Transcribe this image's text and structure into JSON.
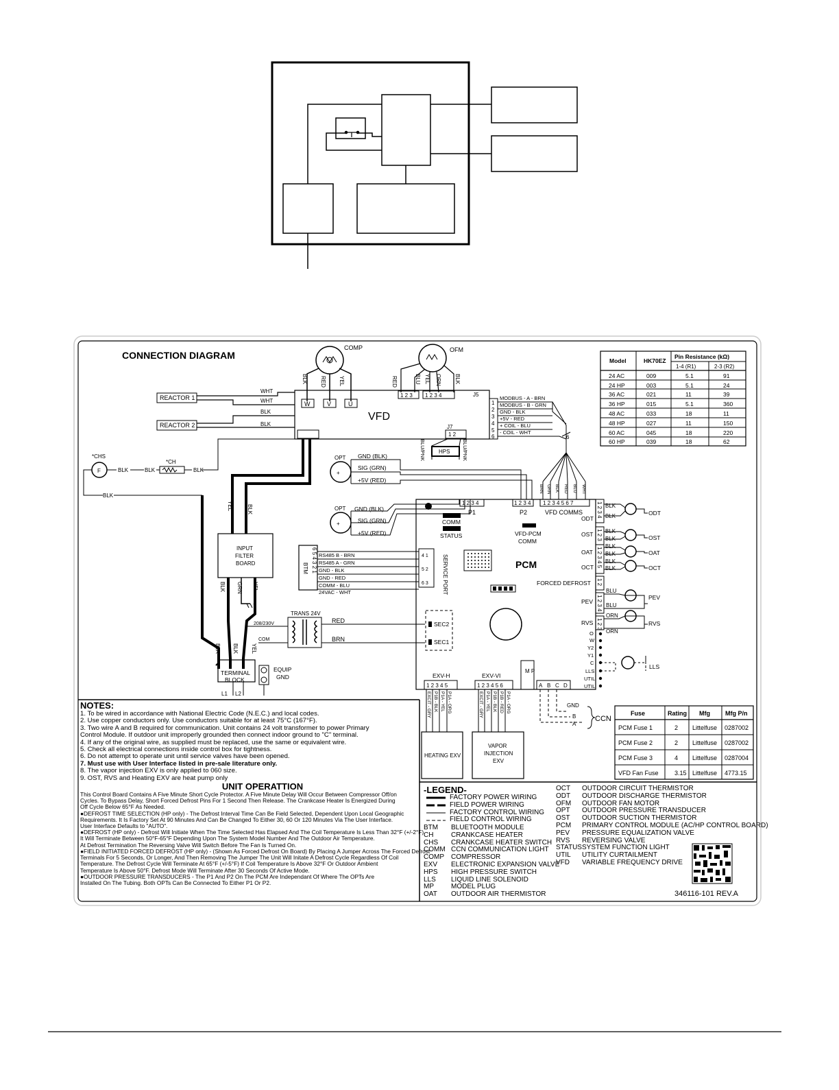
{
  "diagram": {
    "title": "CONNECTION  DIAGRAM",
    "comp_label": "COMP",
    "ofm_label": "OFM",
    "vfd_label": "VFD",
    "reactor1": "REACTOR 1",
    "reactor2": "REACTOR 2",
    "comp_wires": [
      "BLK",
      "RED",
      "YEL"
    ],
    "ofm_wires": [
      "RED",
      "BLU",
      "YEL",
      "ORN",
      "BLK"
    ],
    "vfd_terms": [
      "W",
      "V",
      "U"
    ],
    "wht": "WHT",
    "blk": "BLK",
    "j5": "J5",
    "j7": "J7",
    "j5_pins": [
      "1",
      "2",
      "3",
      "4",
      "5",
      "6"
    ],
    "modbus": [
      "MODBUS - A - BRN",
      "MODBUS - B - GRN",
      "GND - BLK",
      "+5V - RED",
      "+ COIL - BLU",
      "- COIL - WHT"
    ],
    "hps": "HPS",
    "blu_pnk": "BLU/PNK",
    "chs": "*CHS",
    "ch": "*CH",
    "opt": "OPT",
    "gnd_blk": "GND (BLK)",
    "sig_grn": "SIG (GRN)",
    "plus5v": "+5V (RED)",
    "input_filter": [
      "INPUT",
      "FILTER",
      "BOARD"
    ],
    "yel": "YEL",
    "grn": "GRN",
    "trans": "TRANS 24V",
    "v208": "208/230V",
    "com": "COM",
    "red": "RED",
    "brn": "BRN",
    "terminal_block": [
      "TERMINAL",
      "BLOCK"
    ],
    "equip_gnd": [
      "EQUIP",
      "GND"
    ],
    "l1": "L1",
    "l2": "L2",
    "btm": "BTM",
    "rs485": [
      "RS485 B - BRN",
      "RS485 A - GRN",
      "GND - BLK",
      "GND - RED",
      "COMM - BLU",
      "24VAC - WHT"
    ],
    "service_port": "SERVICE PORT",
    "p1": "P1",
    "p2": "P2",
    "vfd_comms": "VFD  COMMS",
    "comm": "COMM",
    "status": "STATUS",
    "vfd_pcm": "VFD-PCM",
    "pcm_comm": "COMM",
    "pcm": "PCM",
    "forced_defrost": "FORCED DEFROST",
    "sec2": "SEC2",
    "sec1": "SEC1",
    "pcm_side": [
      "ODT",
      "OST",
      "OAT",
      "OCT",
      "PEV",
      "RVS"
    ],
    "pcm_terms": [
      "O",
      "W",
      "Y2",
      "Y1",
      "C",
      "LLS",
      "UTIL",
      "UTIL"
    ],
    "sensors": [
      "ODT",
      "OST",
      "OAT",
      "OCT",
      "PEV",
      "RVS",
      "LLS"
    ],
    "blu": "BLU",
    "orn": "ORN",
    "exv_h": "EXV-H",
    "exv_vi": "EXV-VI",
    "mp": "M P",
    "ccn_abcd": [
      "A",
      "B",
      "C",
      "D"
    ],
    "ccn": "CCN",
    "ccn_wires": [
      "GND",
      "B",
      "A"
    ],
    "heating_exv": "HEATING EXV",
    "vapor_exv": [
      "VAPOR",
      "INJECTION",
      "EXV"
    ],
    "exv_h_wires": [
      "EXCIT - GRY",
      "P1B - BLK",
      "P1A - YEL",
      "P1A - ORG"
    ],
    "exv_vi_wires": [
      "EXCIT - GRY",
      "P1A - YEL",
      "P1B - BLK",
      "P1B - RED",
      "P1A - ORG"
    ],
    "bus_wires": [
      "BRN",
      "GRN",
      "BLK",
      "RED",
      "BLU",
      "WHT"
    ],
    "slash_six": "6"
  },
  "pin_table": {
    "headers": [
      "Model",
      "HK70EZ",
      "Pin Resistance (kΩ)"
    ],
    "subheaders": [
      "1-4 (R1)",
      "2-3 (R2)"
    ],
    "rows": [
      [
        "24 AC",
        "009",
        "5.1",
        "91"
      ],
      [
        "24 HP",
        "003",
        "5.1",
        "24"
      ],
      [
        "36 AC",
        "021",
        "11",
        "39"
      ],
      [
        "36 HP",
        "015",
        "5.1",
        "360"
      ],
      [
        "48 AC",
        "033",
        "18",
        "11"
      ],
      [
        "48 HP",
        "027",
        "11",
        "150"
      ],
      [
        "60 AC",
        "045",
        "18",
        "220"
      ],
      [
        "60 HP",
        "039",
        "18",
        "62"
      ]
    ]
  },
  "fuse_table": {
    "headers": [
      "Fuse",
      "Rating",
      "Mfg",
      "Mfg P/n"
    ],
    "rows": [
      [
        "PCM Fuse 1",
        "2",
        "Littelfuse",
        "0287002"
      ],
      [
        "PCM Fuse 2",
        "2",
        "Littelfuse",
        "0287002"
      ],
      [
        "PCM Fuse 3",
        "4",
        "Littelfuse",
        "0287004"
      ],
      [
        "VFD Fan Fuse",
        "3.15",
        "Littelfuse",
        "4773.15"
      ]
    ]
  },
  "notes": {
    "title": "NOTES:",
    "lines": [
      "1. To be wired in accordance with National Electric Code (N.E.C.) and local codes.",
      "2. Use copper conductors only. Use conductors suitable for at least 75°C (167°F).",
      "3. Two wire A and B required for communication.  Unit contains 24 volt transformer to power Primary",
      "    Control Module.  If outdoor unit improperly grounded then connect indoor ground to \"C\" terminal.",
      "4. If any of the original wire, as supplied must be replaced, use the same or equivalent wire.",
      "5. Check all electrical connections inside control box for tightness.",
      "6. Do not attempt to operate unit until service valves have been opened.",
      "7. Must use with User Interface listed in pre-sale literature only.",
      "8. The vapor injection EXV is only applied to 060 size.",
      "9. OST, RVS and Heating EXV are heat pump only"
    ],
    "operation_title": "UNIT OPERATTION",
    "operation_lines": [
      "This Control Board Contains A Five Minute Short Cycle Protector.  A Five Minute Delay Will Occur Between Compressor Off/on",
      "Cycles. To Bypass Delay, Short Forced Defrost Pins For 1 Second Then Release. The Crankcase Heater Is Energized During",
      "Off Cycle Below 65°F As Needed.",
      "●DEFROST TIME SELECTION (HP only) - The Defrost Interval Time Can Be Field Selected, Dependent Upon Local Geographic",
      "  Requirements.  It Is Factory Set At 90 Minutes And Can Be Changed To Either 30, 60 Or 120 Minutes Via The User Interface.",
      "  User Interface Defaults to \"AUTO\".",
      "●DEFROST (HP only) - Defrost Will Initiate When The Time Selected Has Elapsed And The Coil Temperature Is Less Than 32°F (+/-2°F).",
      "  It Will Terminate Between 50°F-65°F Depending Upon The System Model Number And The Outdoor Air Temperature.",
      "  At Defrost Termination The Reversing Valve Will Switch Before The Fan Is Turned On.",
      "●FIELD INITIATED FORCED DEFROST (HP only) - (Shown As Forced Defrost On Board) By Placing A Jumper Across The Forced Defrost",
      "  Terminals For 5 Seconds, Or Longer, And Then Removing The Jumper The Unit Will Initate A Defrost Cycle Regardless Of Coil",
      "  Temperature. The Defrost Cycle Will Terminate At 65°F (+/-5°F) If Coil Temperature Is Above 32°F Or Outdoor Ambient",
      "  Temperature Is Above 50°F. Defrost Mode Will Terminate After 30 Seconds Of Active Mode.",
      "●OUTDOOR PRESSURE TRANSDUCERS - The P1 And P2 On The PCM Are Independant Of Where The OPTs Are",
      "  Installed On The Tubing. Both OPTs Can Be Connected To Either P1 Or  P2."
    ]
  },
  "legend": {
    "title": "-LEGEND-",
    "wiring": [
      "FACTORY POWER WIRING",
      "FIELD POWER WIRING",
      "FACTORY CONTROL WIRING",
      "FIELD CONTROL WIRING"
    ],
    "col1": [
      [
        "BTM",
        "BLUETOOTH MODULE"
      ],
      [
        "CH",
        "CRANKCASE HEATER"
      ],
      [
        "CHS",
        "CRANKCASE HEATER SWITCH"
      ],
      [
        "COMM",
        "CCN COMMUNICATION LIGHT"
      ],
      [
        "COMP",
        "COMPRESSOR"
      ],
      [
        "EXV",
        "ELECTRONIC EXPANSION VALVE"
      ],
      [
        "HPS",
        "HIGH PRESSURE SWITCH"
      ],
      [
        "LLS",
        "LIQUID LINE SOLENOID"
      ],
      [
        "MP",
        "MODEL PLUG"
      ],
      [
        "OAT",
        "OUTDOOR AIR THERMISTOR"
      ]
    ],
    "col2": [
      [
        "OCT",
        "OUTDOOR CIRCUIT THERMISTOR"
      ],
      [
        "ODT",
        "OUTDOOR DISCHARGE THERMISTOR"
      ],
      [
        "OFM",
        "OUTDOOR FAN MOTOR"
      ],
      [
        "OPT",
        "OUTDOOR PRESSURE TRANSDUCER"
      ],
      [
        "OST",
        "OUTDOOR SUCTION THERMISTOR"
      ],
      [
        "PCM",
        "PRIMARY CONTROL MODULE (AC/HP CONTROL BOARD)"
      ],
      [
        "PEV",
        "PRESSURE EQUALIZATION VALVE"
      ],
      [
        "RVS",
        "REVERSING VALVE"
      ],
      [
        "STATUS",
        "SYSTEM FUNCTION LIGHT"
      ],
      [
        "UTIL",
        "UTILITY CURTAILMENT"
      ],
      [
        "VFD",
        "VARIABLE FREQUENCY DRIVE"
      ]
    ],
    "doc_number": "346116-101 REV.A"
  }
}
